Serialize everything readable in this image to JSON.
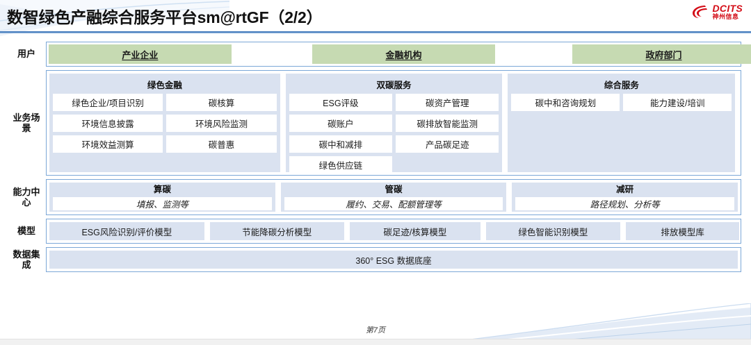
{
  "header": {
    "title": "数智绿色产融综合服务平台sm@rtGF（2/2）",
    "logo": {
      "icon": "dcits-swoosh-icon",
      "brand": "DCITS",
      "brand_cn": "神州信息",
      "color": "#d40d17"
    }
  },
  "colors": {
    "accent_blue": "#4a7fbf",
    "panel_blue": "#dae2f0",
    "user_green": "#c6dab2",
    "border_blue": "#7ba7d7"
  },
  "bands": {
    "user": {
      "label": "用户",
      "cells": [
        {
          "text": "产业企业",
          "width": 26.5,
          "filled": true
        },
        {
          "text": "",
          "width": 10.5,
          "filled": false
        },
        {
          "text": "金融机构",
          "width": 26.5,
          "filled": true
        },
        {
          "text": "",
          "width": 10.0,
          "filled": false
        },
        {
          "text": "政府部门",
          "width": 26.5,
          "filled": true
        }
      ]
    },
    "scenario": {
      "label": "业务场景",
      "columns": [
        {
          "title": "绿色金融",
          "width": 33.5,
          "items": [
            "绿色企业/项目识别",
            "碳核算",
            "环境信息披露",
            "环境风险监测",
            "环境效益测算",
            "碳普惠"
          ]
        },
        {
          "title": "双碳服务",
          "width": 31.5,
          "items": [
            "ESG评级",
            "碳资产管理",
            "碳账户",
            "碳排放智能监测",
            "碳中和减排",
            "产品碳足迹",
            "绿色供应链",
            ""
          ]
        },
        {
          "title": "综合服务",
          "width": 33.0,
          "items": [
            "碳中和咨询规划",
            "能力建设/培训"
          ]
        }
      ]
    },
    "capability": {
      "label": "能力中心",
      "columns": [
        {
          "title": "算碳",
          "sub": "填报、监测等"
        },
        {
          "title": "管碳",
          "sub": "履约、交易、配额管理等"
        },
        {
          "title": "减研",
          "sub": "路径规划、分析等"
        }
      ]
    },
    "model": {
      "label": "模型",
      "items": [
        {
          "text": "ESG风险识别/评价模型",
          "width": 22.5
        },
        {
          "text": "节能降碳分析模型",
          "width": 19.5
        },
        {
          "text": "碳足迹/核算模型",
          "width": 19.0
        },
        {
          "text": "绿色智能识别模型",
          "width": 19.5
        },
        {
          "text": "排放模型库",
          "width": 16.5
        }
      ]
    },
    "data": {
      "label": "数据集成",
      "text": "360° ESG 数据底座"
    }
  },
  "footer": {
    "page_label": "第7页"
  }
}
